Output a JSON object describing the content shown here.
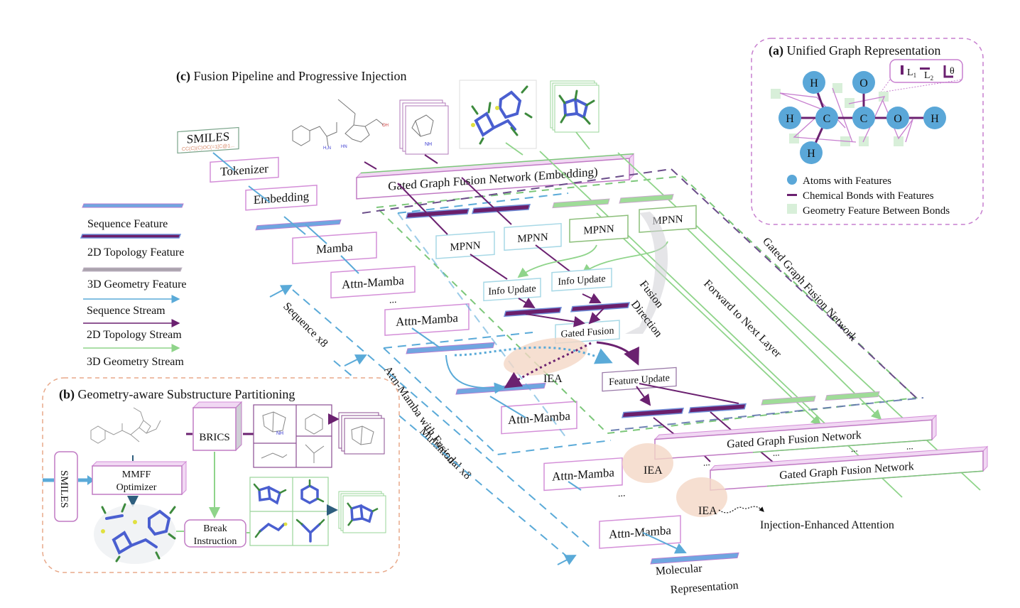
{
  "panels": {
    "a": {
      "tag": "(a)",
      "title": "Unified Graph Representation",
      "atoms": [
        "H",
        "O",
        "H",
        "C",
        "C",
        "O",
        "H",
        "H"
      ],
      "geometry_inset": {
        "l1": "L",
        "l1_sub": "1",
        "l2": "L",
        "l2_sub": "2",
        "angle": "θ"
      },
      "legend": [
        {
          "label": "Atoms with Features",
          "icon": "atom-circle-icon"
        },
        {
          "label": "Chemical Bonds with Features",
          "icon": "bond-line-icon"
        },
        {
          "label": "Geometry Feature Between Bonds",
          "icon": "geometry-square-icon"
        }
      ]
    },
    "b": {
      "tag": "(b)",
      "title": "Geometry-aware Substructure Partitioning",
      "smiles": "SMILES",
      "mmff_line1": "MMFF",
      "mmff_line2": "Optimizer",
      "brics": "BRICS",
      "break_line1": "Break",
      "break_line2": "Instruction"
    },
    "c": {
      "tag": "(c)",
      "title": "Fusion Pipeline and Progressive Injection",
      "smiles_label": "SMILES",
      "smiles_string": "CC(C)(C)OC(=1[C@1...",
      "tokenizer": "Tokenizer",
      "embedding": "Embedding",
      "mamba": "Mamba",
      "attn_mamba": "Attn-Mamba",
      "ellipsis": "...",
      "ggfn_embedding": "Gated Graph Fusion Network (Embedding)",
      "mpnn": "MPNN",
      "info_update": "Info Update",
      "gated_fusion": "Gated Fusion",
      "feature_update": "Feature Update",
      "fusion_direction_1": "Fusion",
      "fusion_direction_2": "Direction",
      "forward_next": "Forward to Next Layer",
      "ggfn_side": "Gated Graph Fusion Network",
      "ggfn": "Gated Graph Fusion Network",
      "iea": "IEA",
      "iea_full": "Injection-Enhanced Attention",
      "sequence_x8": "Sequence  x8",
      "attn_with_fusion": "Attn-Mamba with Fusion",
      "multimodal_x8": "Multimodal   x8",
      "mol_rep_1": "Molecular",
      "mol_rep_2": "Representation"
    }
  },
  "legend": [
    {
      "label": "Sequence Feature",
      "kind": "feature",
      "color": "#6fa6e0"
    },
    {
      "label": "2D Topology Feature",
      "kind": "feature",
      "color": "#6b1f6b"
    },
    {
      "label": "3D Geometry Feature",
      "kind": "feature",
      "color": "#aaa2ad"
    },
    {
      "label": "Sequence Stream",
      "kind": "stream",
      "color": "#5aaad8"
    },
    {
      "label": "2D Topology Stream",
      "kind": "stream",
      "color": "#6b2170"
    },
    {
      "label": "3D Geometry Stream",
      "kind": "stream",
      "color": "#8fd48a"
    }
  ],
  "colors": {
    "sequence": "#5aaad8",
    "topology": "#6b2170",
    "geometry": "#8fd48a",
    "atom": "#5aa7d8",
    "panel_a_border": "#c77fcf",
    "panel_b_border": "#e8a98a",
    "iea_highlight": "#f4d7c6"
  }
}
